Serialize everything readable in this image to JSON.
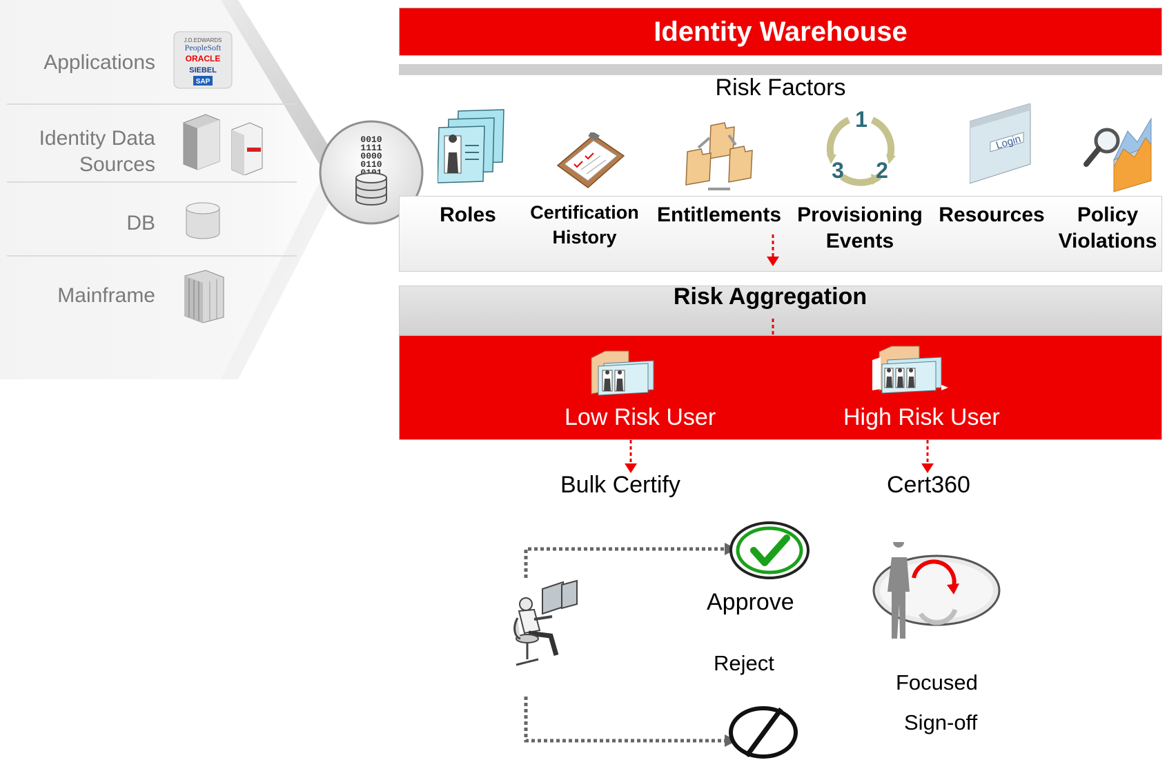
{
  "sources": {
    "items": [
      {
        "label": "Applications"
      },
      {
        "label_line1": "Identity Data",
        "label_line2": "Sources"
      },
      {
        "label": "DB"
      },
      {
        "label": "Mainframe"
      }
    ],
    "logo_text": [
      "J.D.EDWARDS",
      "PeopleSoft",
      "ORACLE",
      "SIEBEL",
      "SAP"
    ],
    "hub_binary": [
      "0010",
      "1111",
      "0000",
      "0110",
      "0101"
    ]
  },
  "warehouse": {
    "title": "Identity Warehouse",
    "risk_factors_title": "Risk Factors",
    "factors": [
      {
        "line1": "Roles",
        "line2": ""
      },
      {
        "line1": "Certification",
        "line2": "History"
      },
      {
        "line1": "Entitlements",
        "line2": ""
      },
      {
        "line1": "Provisioning",
        "line2": "Events"
      },
      {
        "line1": "Resources",
        "line2": ""
      },
      {
        "line1": "Policy",
        "line2": "Violations"
      }
    ],
    "cycle_numbers": [
      "1",
      "2",
      "3"
    ],
    "login_text": "Login"
  },
  "aggregation": {
    "title": "Risk Aggregation",
    "low_risk": "Low Risk User",
    "high_risk": "High Risk User"
  },
  "outcomes": {
    "bulk": "Bulk Certify",
    "cert360": "Cert360",
    "approve": "Approve",
    "reject": "Reject",
    "focused_line1": "Focused",
    "focused_line2": "Sign-off"
  },
  "colors": {
    "accent_red": "#ee0000",
    "arrow_red": "#ee0000",
    "approve_green": "#1aa11a",
    "source_text_gray": "#7a7a7a"
  }
}
